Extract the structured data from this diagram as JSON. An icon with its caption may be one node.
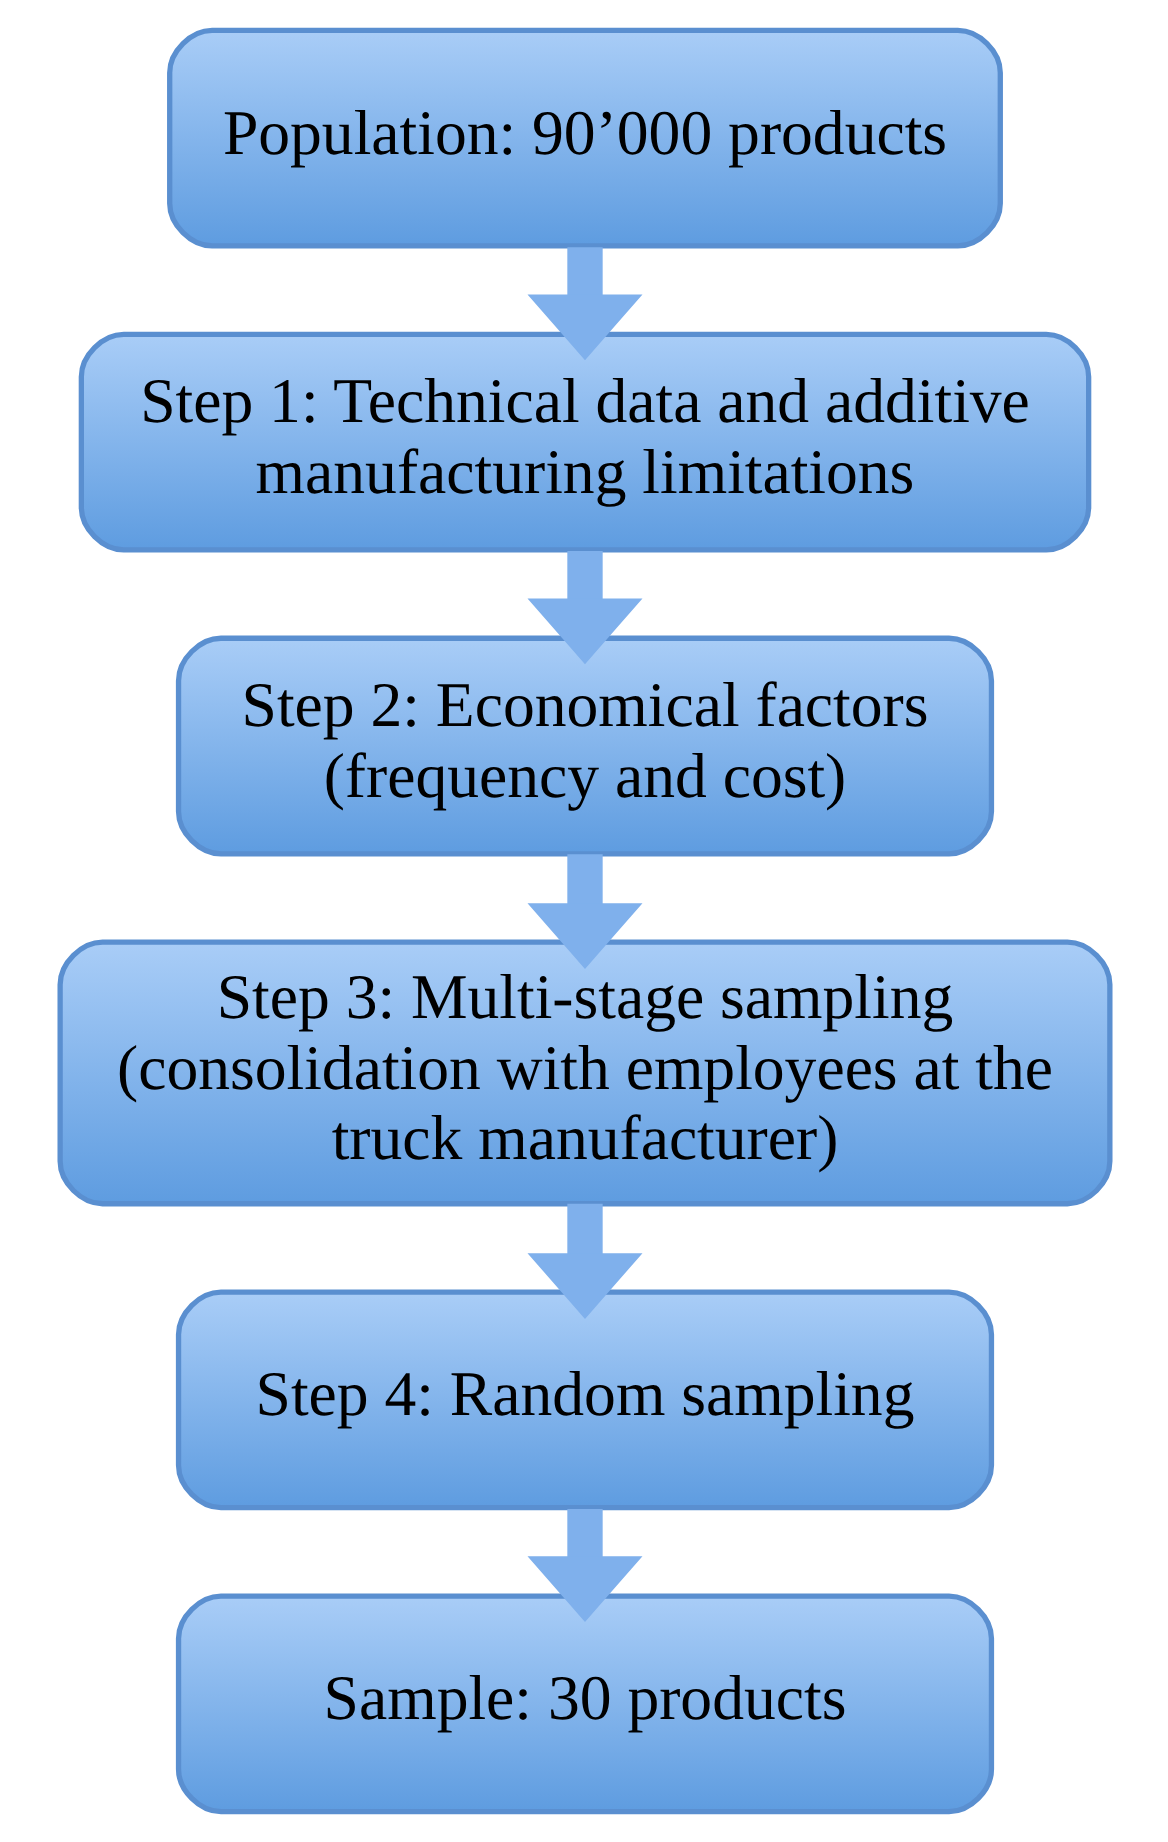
{
  "diagram": {
    "nodes": [
      {
        "text": [
          "Population: 90’000 products"
        ]
      },
      {
        "text": [
          "Step 1: Technical data and additive manufacturing limitations"
        ]
      },
      {
        "text": [
          "Step 2: Economical factors (frequency and cost)"
        ]
      },
      {
        "text": [
          "Step 3: Multi-stage sampling (consolidation with employees at the truck manufacturer)"
        ]
      },
      {
        "text": [
          "Step 4: Random sampling"
        ]
      },
      {
        "text": [
          "Sample: 30 products"
        ]
      }
    ],
    "edges": [
      {
        "from": 0,
        "to": 1,
        "arrow": "to"
      },
      {
        "from": 1,
        "to": 2,
        "arrow": "to"
      },
      {
        "from": 2,
        "to": 3,
        "arrow": "to"
      },
      {
        "from": 3,
        "to": 4,
        "arrow": "to"
      },
      {
        "from": 4,
        "to": 5,
        "arrow": "to"
      }
    ]
  }
}
